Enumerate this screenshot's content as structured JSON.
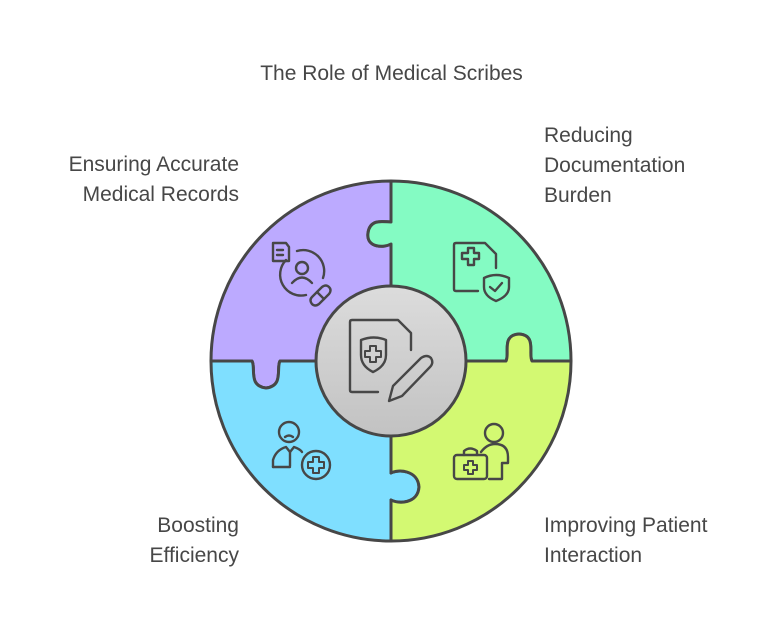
{
  "title": "The Role of Medical Scribes",
  "colors": {
    "top_left": "#bcaaff",
    "top_right": "#84fbc3",
    "bottom_left": "#7fdfff",
    "bottom_right": "#d3f972",
    "center": "#cfcfcf",
    "outline": "#474747"
  },
  "center": {
    "icon": "medical-document-edit-icon"
  },
  "segments": [
    {
      "id": "top-left",
      "label_lines": [
        "Ensuring Accurate",
        "Medical Records"
      ],
      "icon": "patient-record-pill-icon"
    },
    {
      "id": "top-right",
      "label_lines": [
        "Reducing",
        "Documentation",
        "Burden"
      ],
      "icon": "medical-document-shield-icon"
    },
    {
      "id": "bottom-left",
      "label_lines": [
        "Boosting",
        "Efficiency"
      ],
      "icon": "person-medical-plus-icon"
    },
    {
      "id": "bottom-right",
      "label_lines": [
        "Improving Patient",
        "Interaction"
      ],
      "icon": "doctor-medkit-icon"
    }
  ]
}
